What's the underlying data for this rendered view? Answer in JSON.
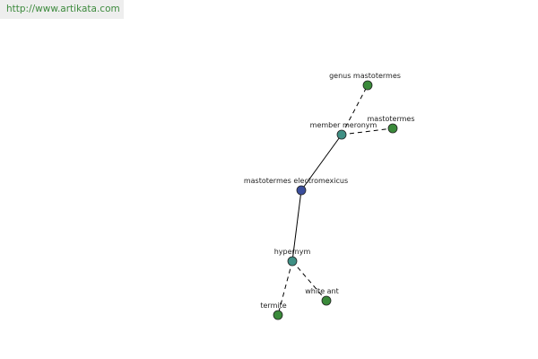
{
  "header": {
    "url": "http://www.artikata.com"
  },
  "colors": {
    "url_text": "#3d8a3d",
    "url_bar_bg": "#eeeeee",
    "root_node": "#3b4e9c",
    "relation_node": "#3f8f84",
    "leaf_node": "#3a8a3a"
  },
  "graph": {
    "nodes": [
      {
        "id": "root",
        "label": "mastotermes electromexicus",
        "kind": "root"
      },
      {
        "id": "member_meronym",
        "label": "member meronym",
        "kind": "relation"
      },
      {
        "id": "genus_mastotermes",
        "label": "genus mastotermes",
        "kind": "leaf"
      },
      {
        "id": "mastotermes",
        "label": "mastotermes",
        "kind": "leaf"
      },
      {
        "id": "hypernym",
        "label": "hypernym",
        "kind": "relation"
      },
      {
        "id": "termite",
        "label": "termite",
        "kind": "leaf"
      },
      {
        "id": "white_ant",
        "label": "white ant",
        "kind": "leaf"
      }
    ],
    "edges": [
      {
        "from": "root",
        "to": "member_meronym",
        "style": "solid"
      },
      {
        "from": "root",
        "to": "hypernym",
        "style": "solid"
      },
      {
        "from": "member_meronym",
        "to": "genus_mastotermes",
        "style": "dashed"
      },
      {
        "from": "member_meronym",
        "to": "mastotermes",
        "style": "dashed"
      },
      {
        "from": "hypernym",
        "to": "termite",
        "style": "dashed"
      },
      {
        "from": "hypernym",
        "to": "white_ant",
        "style": "dashed"
      }
    ]
  }
}
